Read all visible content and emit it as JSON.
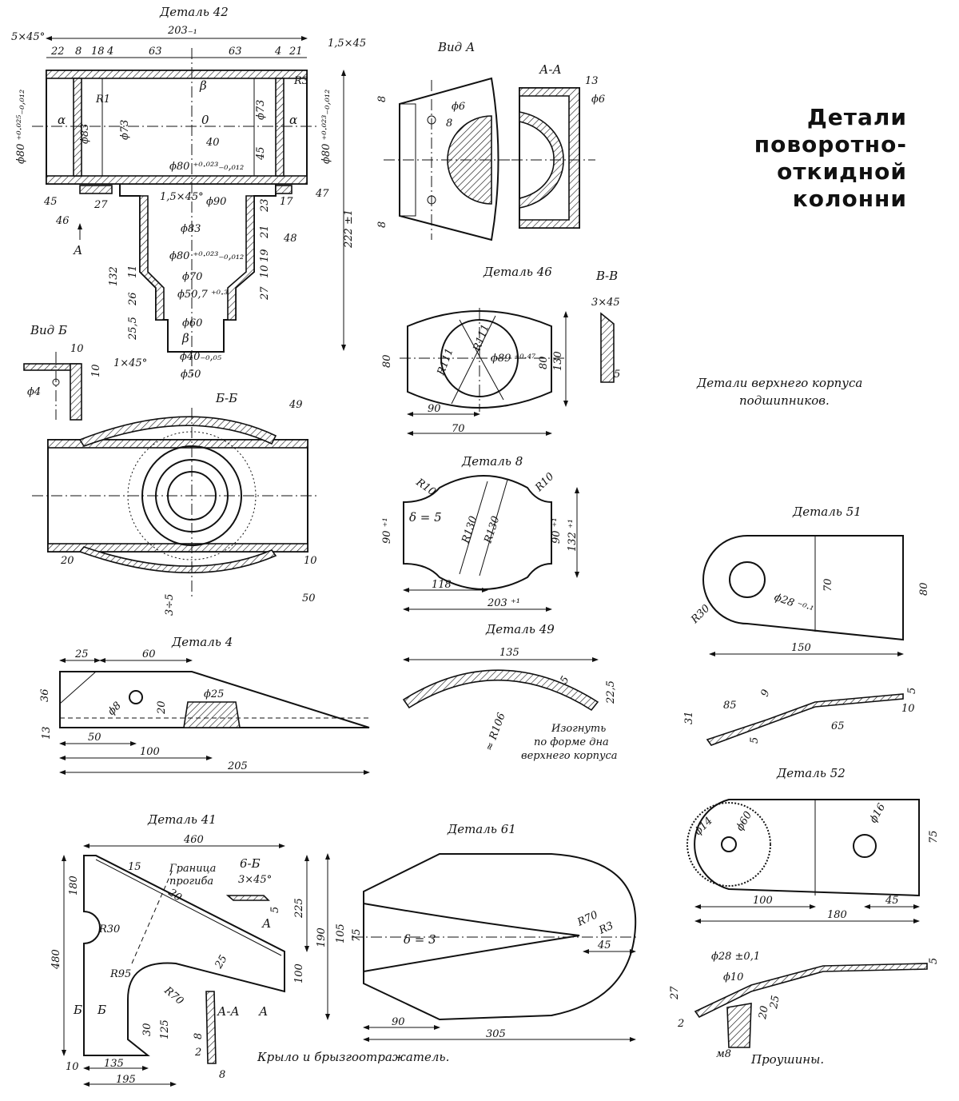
{
  "title_lines": [
    "Детали",
    "поворотно-",
    "откидной",
    "колонни"
  ],
  "captions": {
    "bearing_housing": "Детали верхнего корпуса подшипников.",
    "wing": "Крыло и брызгоотражатель.",
    "lugs": "Проушины."
  },
  "parts": {
    "d42": "Деталь 42",
    "d46": "Деталь 46",
    "d8": "Деталь 8",
    "d49": "Деталь 49",
    "d4": "Деталь 4",
    "d41": "Деталь 41",
    "d61": "Деталь 61",
    "d51": "Деталь 51",
    "d52": "Деталь 52"
  },
  "views": {
    "view_a": "Вид А",
    "section_aa": "А-А",
    "view_b": "Вид Б",
    "section_bb": "Б-Б",
    "section_vv": "В-В",
    "section_66": "6-Б",
    "section_aa_small": "А-А"
  },
  "notes": {
    "bend": "Изогнуть по форме дна верхнего корпуса",
    "bend_border": "Граница прогиба",
    "thickness_5": "δ = 5",
    "thickness_3": "δ = 3"
  },
  "dims": {
    "d42": {
      "top_total": "203₋₁",
      "chamfer_left": "5×45°",
      "chamfer_right": "1,5×45",
      "seg": [
        "22",
        "8",
        "18",
        "4",
        "63",
        "63",
        "4",
        "21"
      ],
      "phi80_left": "ϕ80 ⁺⁰·⁰²⁵₋₀,₀₁₂",
      "phi83": "ϕ83",
      "phi73_left": "ϕ73",
      "phi73_right": "ϕ73",
      "phi80_right": "ϕ80 ⁺⁰·⁰²³₋₀,₀₁₂",
      "phi80_mid": "ϕ80 ⁺⁰·⁰²³₋₀,₀₁₂",
      "r1": "R1",
      "r3": "R3",
      "d40": "40",
      "d45": "45",
      "height": "222 ±1",
      "n45": "45",
      "n46": "46",
      "n47": "47",
      "d27": "27",
      "d17": "17",
      "chamfer_mid": "1,5×45°",
      "phi90": "ϕ90",
      "phi83b": "ϕ83",
      "phi80_b": "ϕ80 ⁺⁰·⁰²³₋₀,₀₁₂",
      "phi70": "ϕ70",
      "phi50": "ϕ50,7 ⁺⁰·³",
      "phi60": "ϕ60",
      "phi40": "ϕ40₋₀,₀₅",
      "phi50b": "ϕ50",
      "h132": "132",
      "h26": "26",
      "h25": "25,5",
      "h23": "23",
      "h21": "21",
      "h19": "19",
      "h10": "10",
      "h27": "27",
      "h11": "11",
      "n48": "48",
      "chamfer_bottom": "1×45°",
      "alpha": "α",
      "beta": "β",
      "o": "0",
      "mark_a": "А"
    },
    "view_a": {
      "d8a": "8",
      "phi6": "ϕ6",
      "d8b": "8",
      "d8c": "8",
      "d13": "13",
      "phi6b": "ϕ6"
    },
    "view_b": {
      "d10a": "10",
      "d10b": "10",
      "phi4": "ϕ4"
    },
    "sec_bb": {
      "n49": "49",
      "n50": "50",
      "d20": "20",
      "d10": "10",
      "d35": "3÷5"
    },
    "d46": {
      "d80": "80",
      "r111a": "R111",
      "r111b": "R111",
      "phi89": "ϕ89 ⁺⁰·⁴⁷",
      "d80b": "80",
      "d130": "130",
      "d90": "90",
      "d70": "70",
      "chamfer": "3×45",
      "d5": "5"
    },
    "d8": {
      "r10a": "R10",
      "r10b": "R10",
      "r130a": "R130",
      "r130b": "R130",
      "d90a": "90 ⁺¹",
      "d90b": "90 ⁺¹",
      "d132": "132 ⁺¹",
      "d118": "118",
      "d203": "203 ⁺¹"
    },
    "d49": {
      "d135": "135",
      "d5": "5",
      "d225": "22,5",
      "r106": "≈ R106"
    },
    "d4": {
      "d25": "25",
      "d60": "60",
      "d36": "36",
      "phi8": "ϕ8",
      "d20": "20",
      "phi25": "ϕ25",
      "d13": "13",
      "d50": "50",
      "d100": "100",
      "d205": "205"
    },
    "d41": {
      "d460": "460",
      "d15": "15",
      "d20": "20",
      "d3x45": "3×45°",
      "d5": "5",
      "d180": "180",
      "r30": "R30",
      "d225": "225",
      "d480": "480",
      "d25": "25",
      "d100": "100",
      "r95": "R95",
      "r70": "R70",
      "d30": "30",
      "d125": "125",
      "d10": "10",
      "d135": "135",
      "d195": "195",
      "d8a": "8",
      "d8b": "8",
      "d2": "2",
      "mark_a": "А",
      "mark_b1": "Б",
      "mark_b2": "Б"
    },
    "d61": {
      "d190": "190",
      "d105": "105",
      "d75": "75",
      "r70": "R70",
      "r3": "R3",
      "d45": "45",
      "d90": "90",
      "d305": "305"
    },
    "d51": {
      "d70": "70",
      "d80": "80",
      "r30": "R30",
      "phi28": "ϕ28 ⁻⁰·¹",
      "d150": "150",
      "d9": "9",
      "d85": "85",
      "d31": "31",
      "d5a": "5",
      "d5b": "5",
      "d10": "10",
      "d65": "65"
    },
    "d52": {
      "phi14": "ϕ14",
      "phi60": "ϕ60",
      "phi16": "ϕ16",
      "d75": "75",
      "d100": "100",
      "d45": "45",
      "d180": "180",
      "phi28": "ϕ28 ±0,1",
      "phi10": "ϕ10",
      "d27": "27",
      "d25": "25",
      "d20": "20",
      "d2": "2",
      "m8": "м8",
      "d5": "5"
    }
  }
}
